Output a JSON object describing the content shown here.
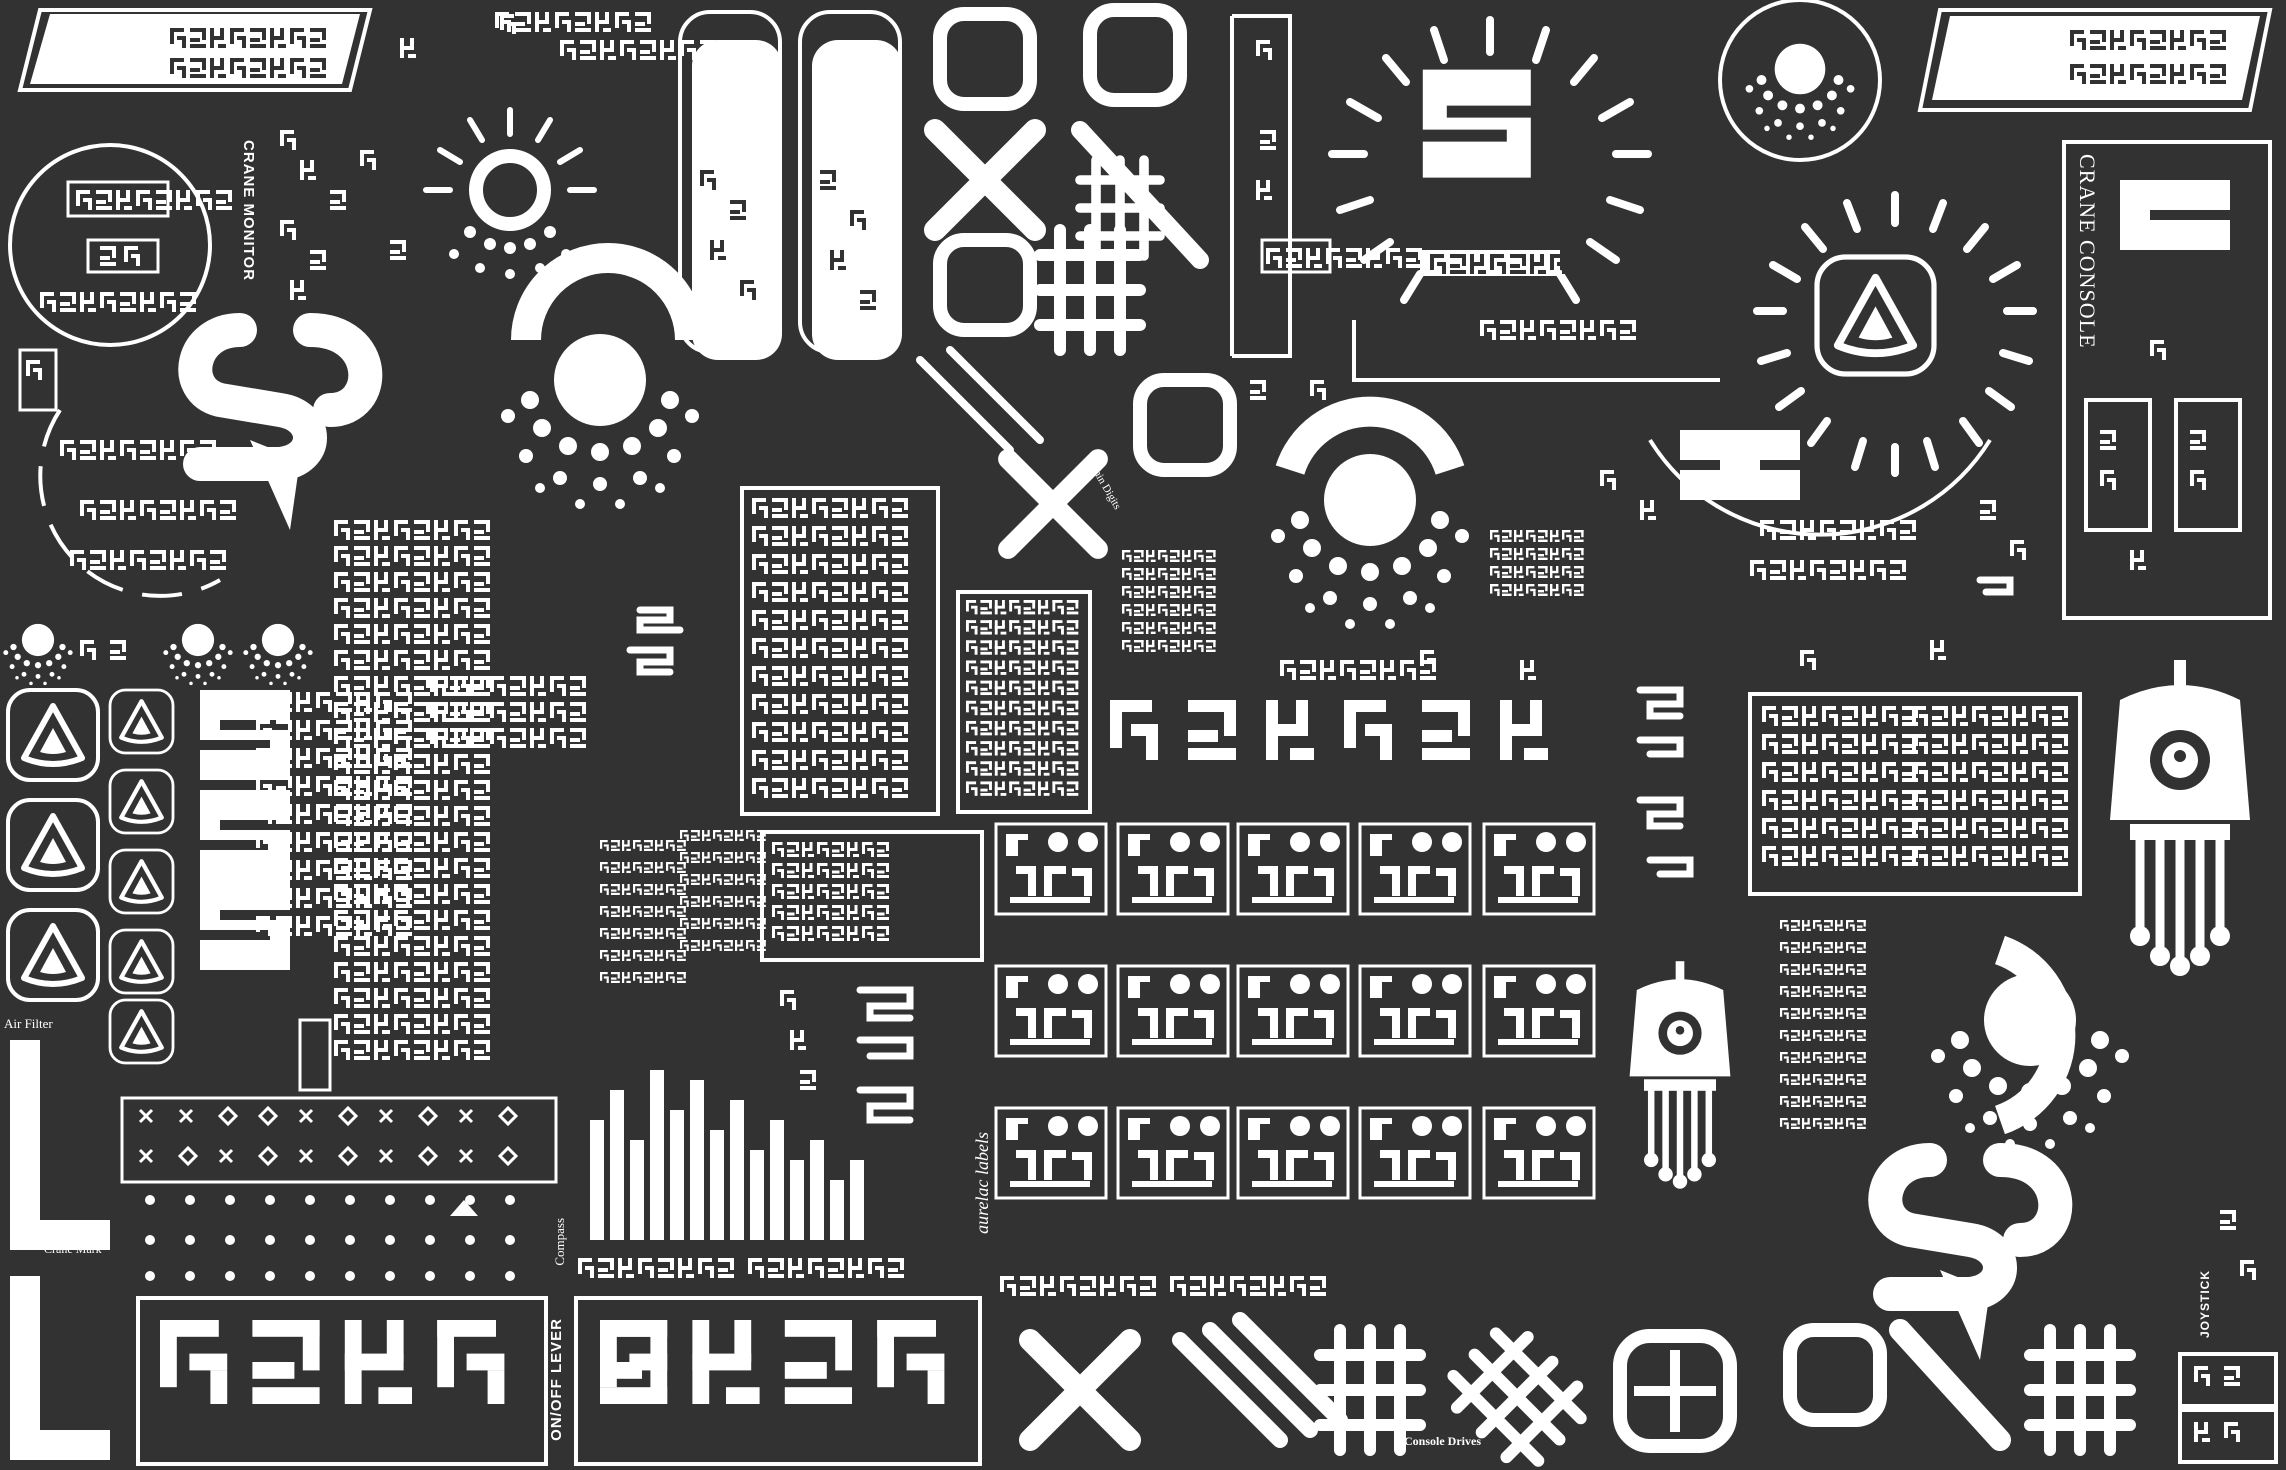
{
  "theme": {
    "background": "#333232",
    "ink": "#ffffff"
  },
  "labels": {
    "crane_monitor": "CRANE MONITOR",
    "crane_console": "CRANE CONSOLE",
    "air_filter": "Air Filter",
    "crane_mark": "Crane Mark",
    "compass": "Compass",
    "on_off_lever": "ON/OFF LEVER",
    "console_drives": "Console Drives",
    "thin_digits": "Thin Digits",
    "aurelac_labels": "aurelac labels",
    "joystick": "JOYSTICK"
  },
  "icons": [
    "crane-sp-logo-icon",
    "sun-burst-icon",
    "dot-fan-dial-icon",
    "triangle-badge-icon",
    "x-cross-icon",
    "rounded-square-icon",
    "hash-grid-icon",
    "joystick-robot-icon",
    "slash-bars-icon",
    "glyph-panel-icon"
  ]
}
